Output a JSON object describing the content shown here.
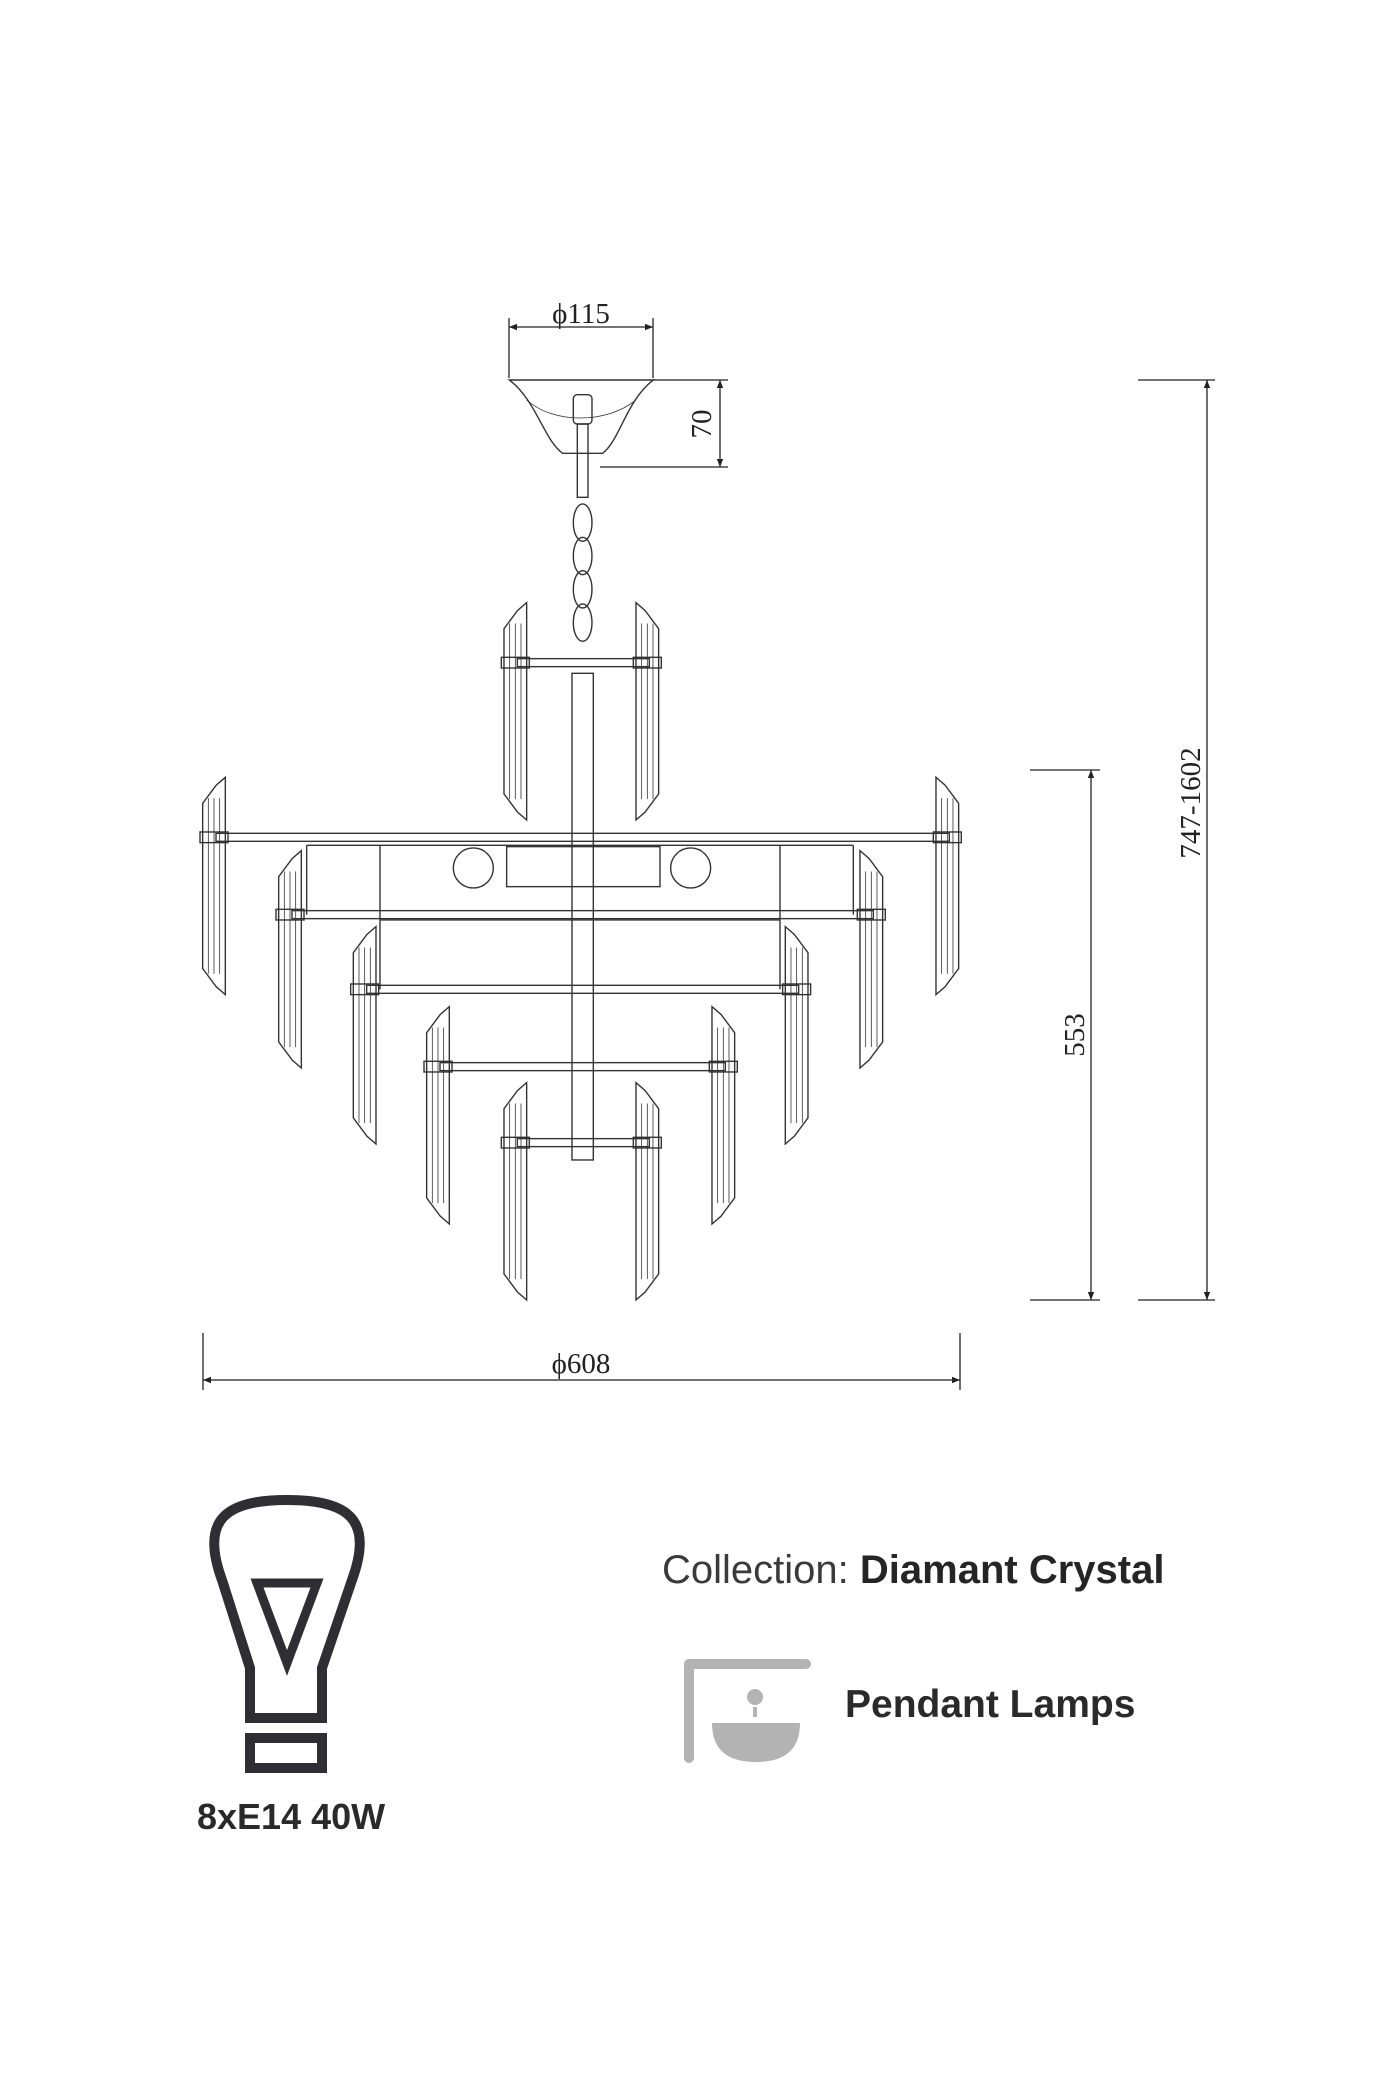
{
  "dimensions": {
    "canopy_diameter": "ϕ115",
    "canopy_height": "70",
    "overall_height": "747-1602",
    "body_height": "553",
    "diameter": "ϕ608"
  },
  "specs": {
    "bulb": "8xE14 40W",
    "collection_key": "Collection:",
    "collection_value": "Diamant Crystal",
    "product_type": "Pendant Lamps"
  },
  "icons": [
    "bulb-icon",
    "pendant-lamp-icon"
  ],
  "colors": {
    "line": "#333333",
    "icon_dark": "#2e2e33",
    "icon_gray": "#b3b3b3"
  }
}
